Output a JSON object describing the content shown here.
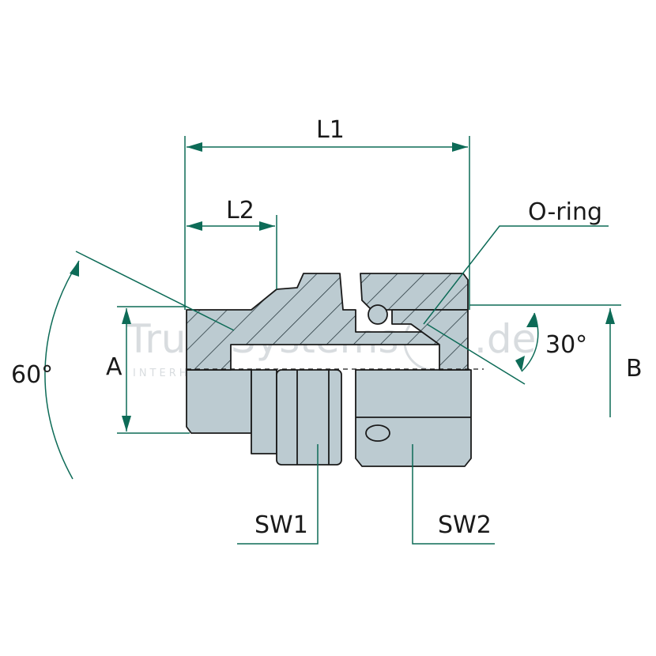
{
  "labels": {
    "l1": "L1",
    "l2": "L2",
    "oring": "O-ring",
    "a": "A",
    "b": "B",
    "angle60": "60°",
    "angle30": "30°",
    "sw1": "SW1",
    "sw2": "SW2"
  },
  "watermark": {
    "brand": "TruckSystems",
    "tld": ".de",
    "sub": "INTERHORN GMBH"
  },
  "colors": {
    "dimension": "#0d6b57",
    "outline": "#1a1a1a",
    "body": "#bccbd1",
    "hatch": "#2a3a40"
  }
}
